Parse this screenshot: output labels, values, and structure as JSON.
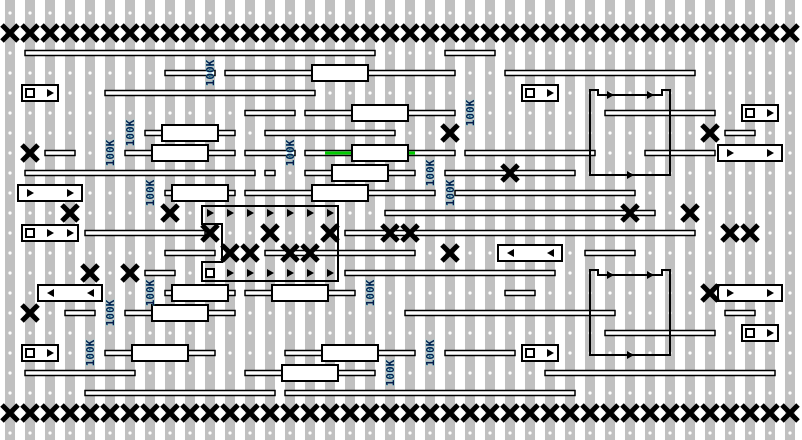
{
  "colors": {
    "stripe": "#c0c0c0",
    "background": "#ffffff",
    "ink": "#000000",
    "highlight_trace": "#00cc00",
    "label": "#0a1a4a"
  },
  "resistor_labels": [
    "100K",
    "100K",
    "100K",
    "100K",
    "100K",
    "100K",
    "100K",
    "100K",
    "100K",
    "100K",
    "100K",
    "100K",
    "100K",
    "100K"
  ]
}
